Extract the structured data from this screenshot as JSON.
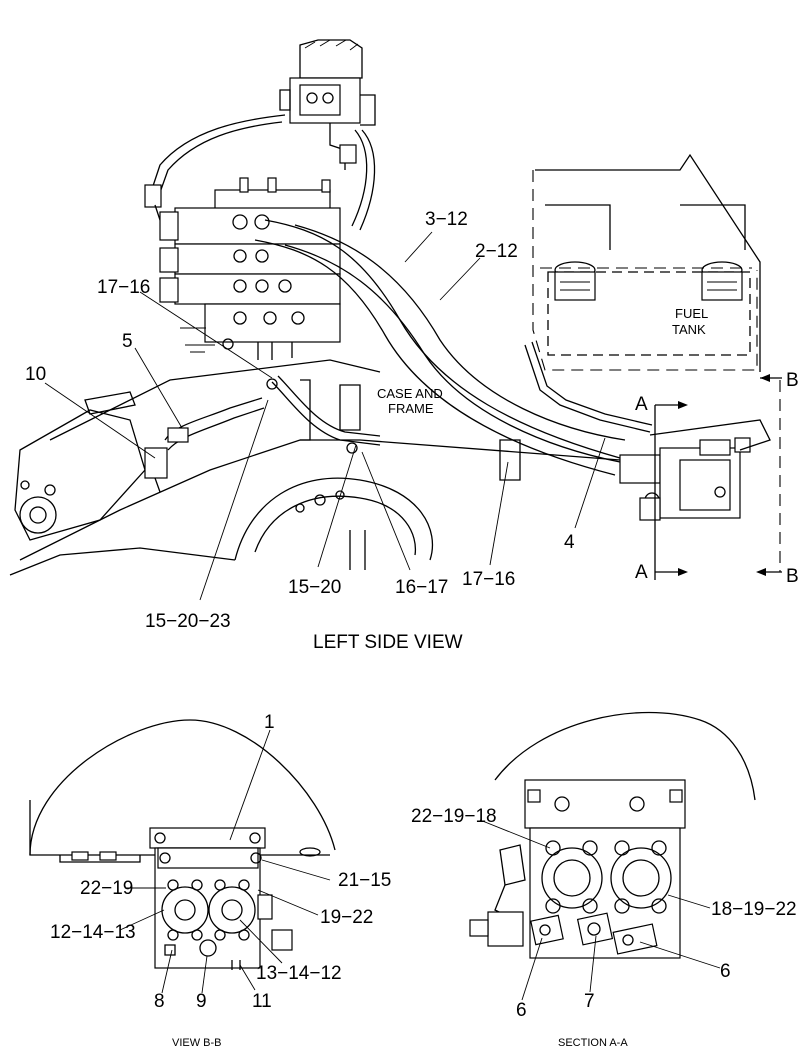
{
  "views": {
    "left_side": {
      "title": "LEFT SIDE VIEW",
      "labels": {
        "case_frame_1": "CASE AND",
        "case_frame_2": "FRAME",
        "fuel_tank_1": "FUEL",
        "fuel_tank_2": "TANK",
        "section_a_top": "A",
        "section_a_bottom": "A",
        "section_b_top": "B",
        "section_b_bottom": "B"
      },
      "callouts": {
        "c_3_12": "3−12",
        "c_2_12": "2−12",
        "c_17_16_top": "17−16",
        "c_5": "5",
        "c_10": "10",
        "c_4": "4",
        "c_15_20_23": "15−20−23",
        "c_15_20": "15−20",
        "c_16_17": "16−17",
        "c_17_16_bottom": "17−16"
      }
    },
    "view_b_b": {
      "title": "VIEW B-B",
      "callouts": {
        "c_1": "1",
        "c_21_15": "21−15",
        "c_22_19": "22−19",
        "c_19_22": "19−22",
        "c_12_14_13": "12−14−13",
        "c_13_14_12": "13−14−12",
        "c_8": "8",
        "c_9": "9",
        "c_11": "11"
      }
    },
    "section_a_a": {
      "title": "SECTION A-A",
      "callouts": {
        "c_22_19_18": "22−19−18",
        "c_18_19_22": "18−19−22",
        "c_6_left": "6",
        "c_7": "7",
        "c_6_right": "6"
      }
    }
  }
}
